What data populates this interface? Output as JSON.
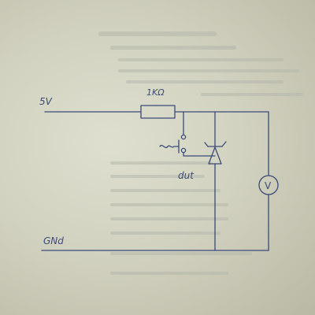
{
  "labels": {
    "supply": "5V",
    "ground": "GNd",
    "resistor": "1KΩ",
    "dut": "dut",
    "voltmeter": "V"
  },
  "colors": {
    "ink": "#3b4a78",
    "paper": "#d6d6c4"
  },
  "components": [
    "resistor",
    "push-button-switch",
    "zener-diode",
    "voltmeter"
  ]
}
